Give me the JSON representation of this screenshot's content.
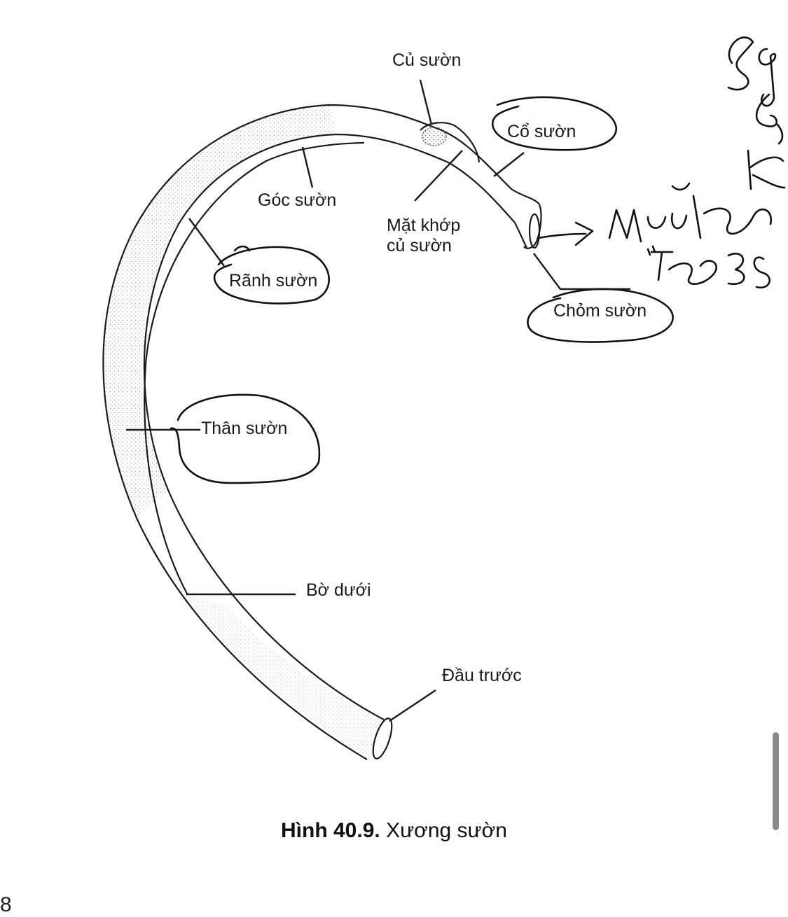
{
  "labels": {
    "cu_suon": "Củ sườn",
    "co_suon": "Cổ sườn",
    "goc_suon": "Góc sườn",
    "mat_khop_line1": "Mặt khớp",
    "mat_khop_line2": "củ sườn",
    "ranh_suon": "Rãnh sườn",
    "chom_suon": "Chỏm sườn",
    "than_suon": "Thân sườn",
    "bo_duoi": "Bờ dưới",
    "dau_truoc": "Đầu trước"
  },
  "caption": {
    "number": "Hình 40.9.",
    "title": "Xương sườn"
  },
  "page_number": "8",
  "colors": {
    "ink": "#1a1a1a",
    "stipple": "#555555",
    "scrollbar": "#8a8a8a"
  }
}
